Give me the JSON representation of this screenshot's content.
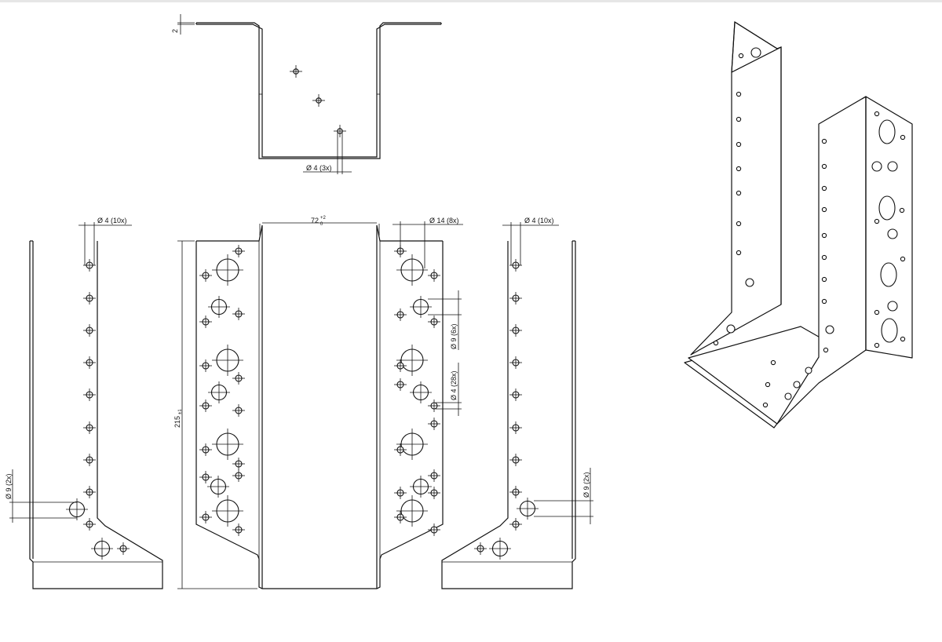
{
  "title": "",
  "dimensions": {
    "sheet_thickness": "2",
    "hole_d4_3x": "Ø 4 (3x)",
    "hole_d4_10x": "Ø 4 (10x)",
    "inner_width": "72",
    "inner_width_tol_upper": "+2",
    "inner_width_tol_lower": "0",
    "hole_d14_8x": "Ø 14 (8x)",
    "hole_d9_6x": "Ø 9 (6x)",
    "hole_d4_28x": "Ø 4 (28x)",
    "hole_d9_2x": "Ø 9 (2x)",
    "height": "215",
    "height_tol": "±1"
  }
}
